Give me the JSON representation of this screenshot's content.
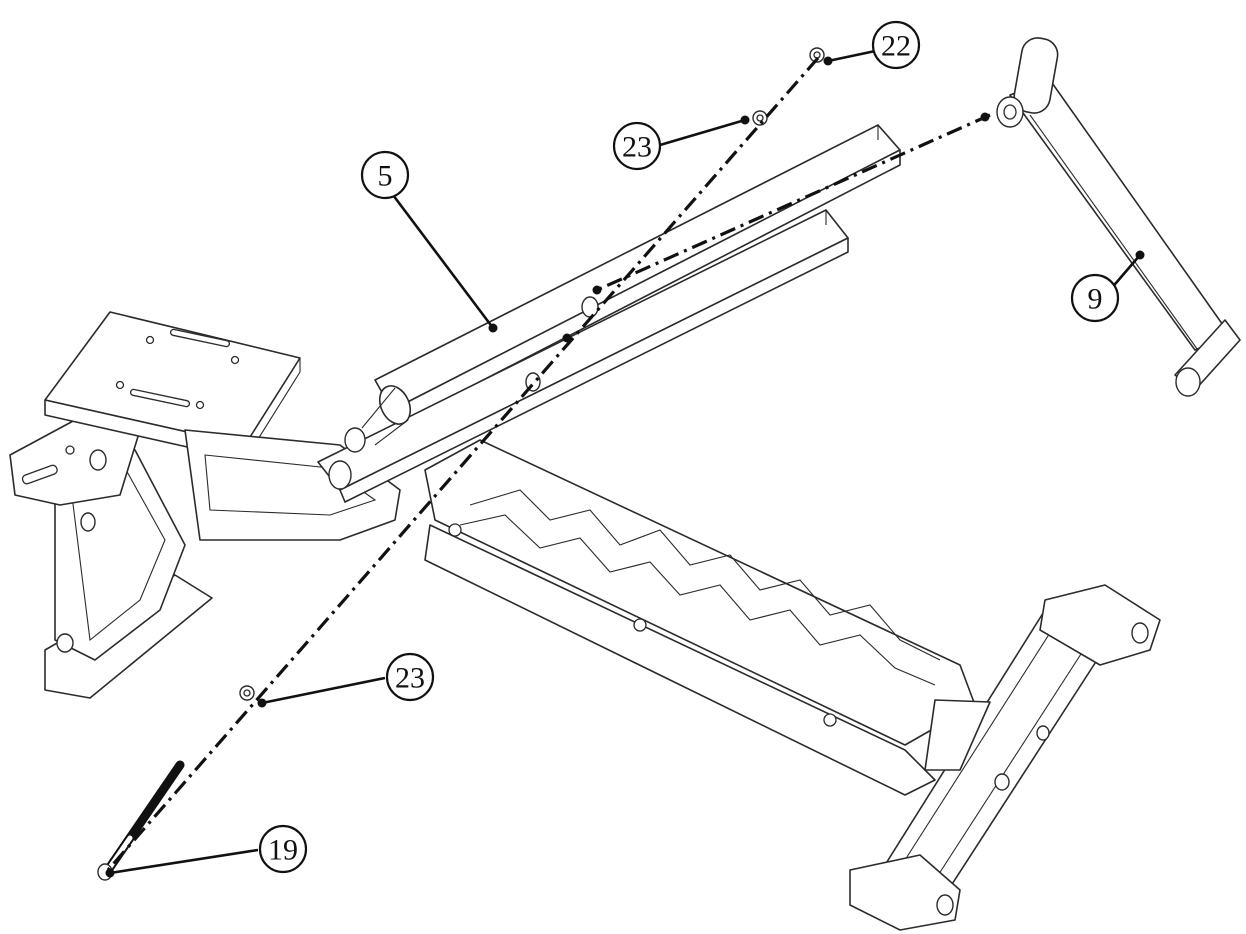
{
  "callouts": [
    {
      "id": "c22",
      "label": "22"
    },
    {
      "id": "c23a",
      "label": "23"
    },
    {
      "id": "c5",
      "label": "5"
    },
    {
      "id": "c9",
      "label": "9"
    },
    {
      "id": "c23b",
      "label": "23"
    },
    {
      "id": "c19",
      "label": "19"
    }
  ],
  "colors": {
    "line": "#2b2b2b",
    "leader": "#111111",
    "background": "#ffffff"
  }
}
